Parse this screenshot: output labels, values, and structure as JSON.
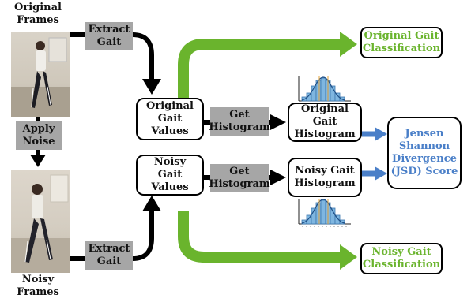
{
  "labels": {
    "original_frames": "Original\nFrames",
    "noisy_frames": "Noisy\nFrames",
    "apply_noise": "Apply\nNoise",
    "extract_gait_top": "Extract\nGait",
    "extract_gait_bottom": "Extract\nGait",
    "get_histogram_top": "Get\nHistogram",
    "get_histogram_bottom": "Get\nHistogram"
  },
  "boxes": {
    "original_gait_values": "Original\nGait Values",
    "noisy_gait_values": "Noisy\nGait Values",
    "original_gait_histogram": "Original Gait\nHistogram",
    "noisy_gait_histogram": "Noisy Gait\nHistogram",
    "jsd_score": "Jensen\nShannon\nDivergence\n(JSD) Score",
    "original_gait_classification": "Original Gait\nClassification",
    "noisy_gait_classification": "Noisy Gait\nClassification"
  },
  "colors": {
    "green": "#6ab42d",
    "blue": "#4a7fc8",
    "grey": "#a6a6a6",
    "black": "#000000"
  },
  "icons": {
    "histogram": "histogram-chart-icon",
    "photo": "walking-person-photo"
  }
}
